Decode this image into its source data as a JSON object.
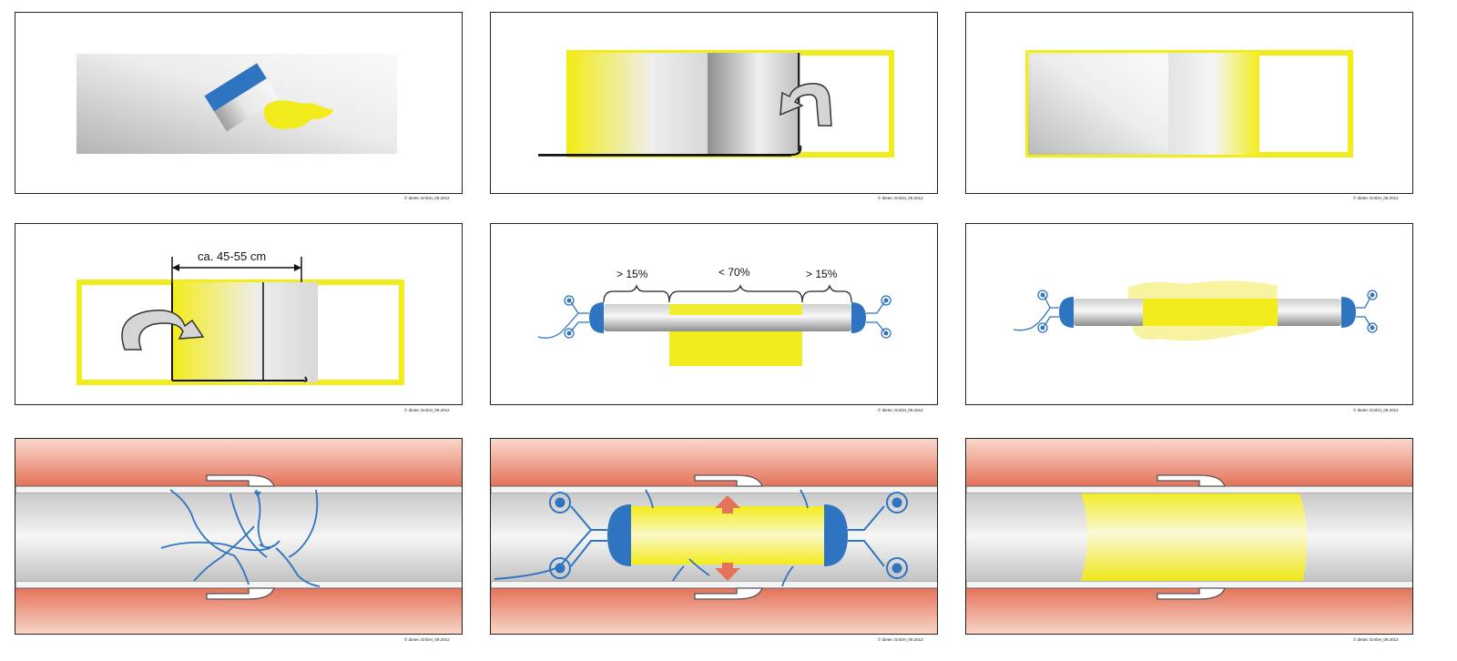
{
  "copyright": "© dietec GmbH_09.2012",
  "panel4": {
    "dimension_label": "ca. 45-55 cm"
  },
  "panel5": {
    "left_label": "> 15%",
    "center_label": "< 70%",
    "right_label": "> 15%"
  },
  "colors": {
    "yellow": "#f3ec1c",
    "blue": "#2f74c0",
    "pipe_wall": "#e8836b",
    "metal_dark": "#a8a8a8",
    "metal_light": "#f2f2f2"
  }
}
